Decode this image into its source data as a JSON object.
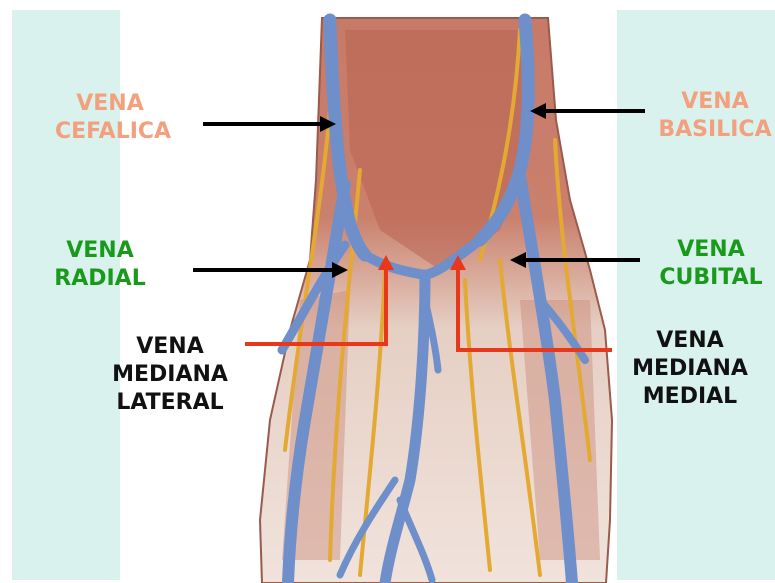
{
  "labels": {
    "cefalica": [
      "VENA",
      "CEFALICA"
    ],
    "basilica": [
      "VENA",
      "BASILICA"
    ],
    "radial": [
      "VENA",
      "RADIAL"
    ],
    "cubital": [
      "VENA",
      "CUBITAL"
    ],
    "mediana_lateral": [
      "VENA",
      "MEDIANA",
      "LATERAL"
    ],
    "mediana_medial": [
      "VENA",
      "MEDIANA",
      "MEDIAL"
    ]
  },
  "colors": {
    "vein": "#6f8fcb",
    "nerve": "#e3a933",
    "skin": "#e8d3c8",
    "muscle": "#b86450",
    "panel": "#d9f2ee",
    "label_orange": "#f2a07e",
    "label_green": "#1a9a1a",
    "arrow_black": "#000000",
    "arrow_red": "#e8381c"
  }
}
